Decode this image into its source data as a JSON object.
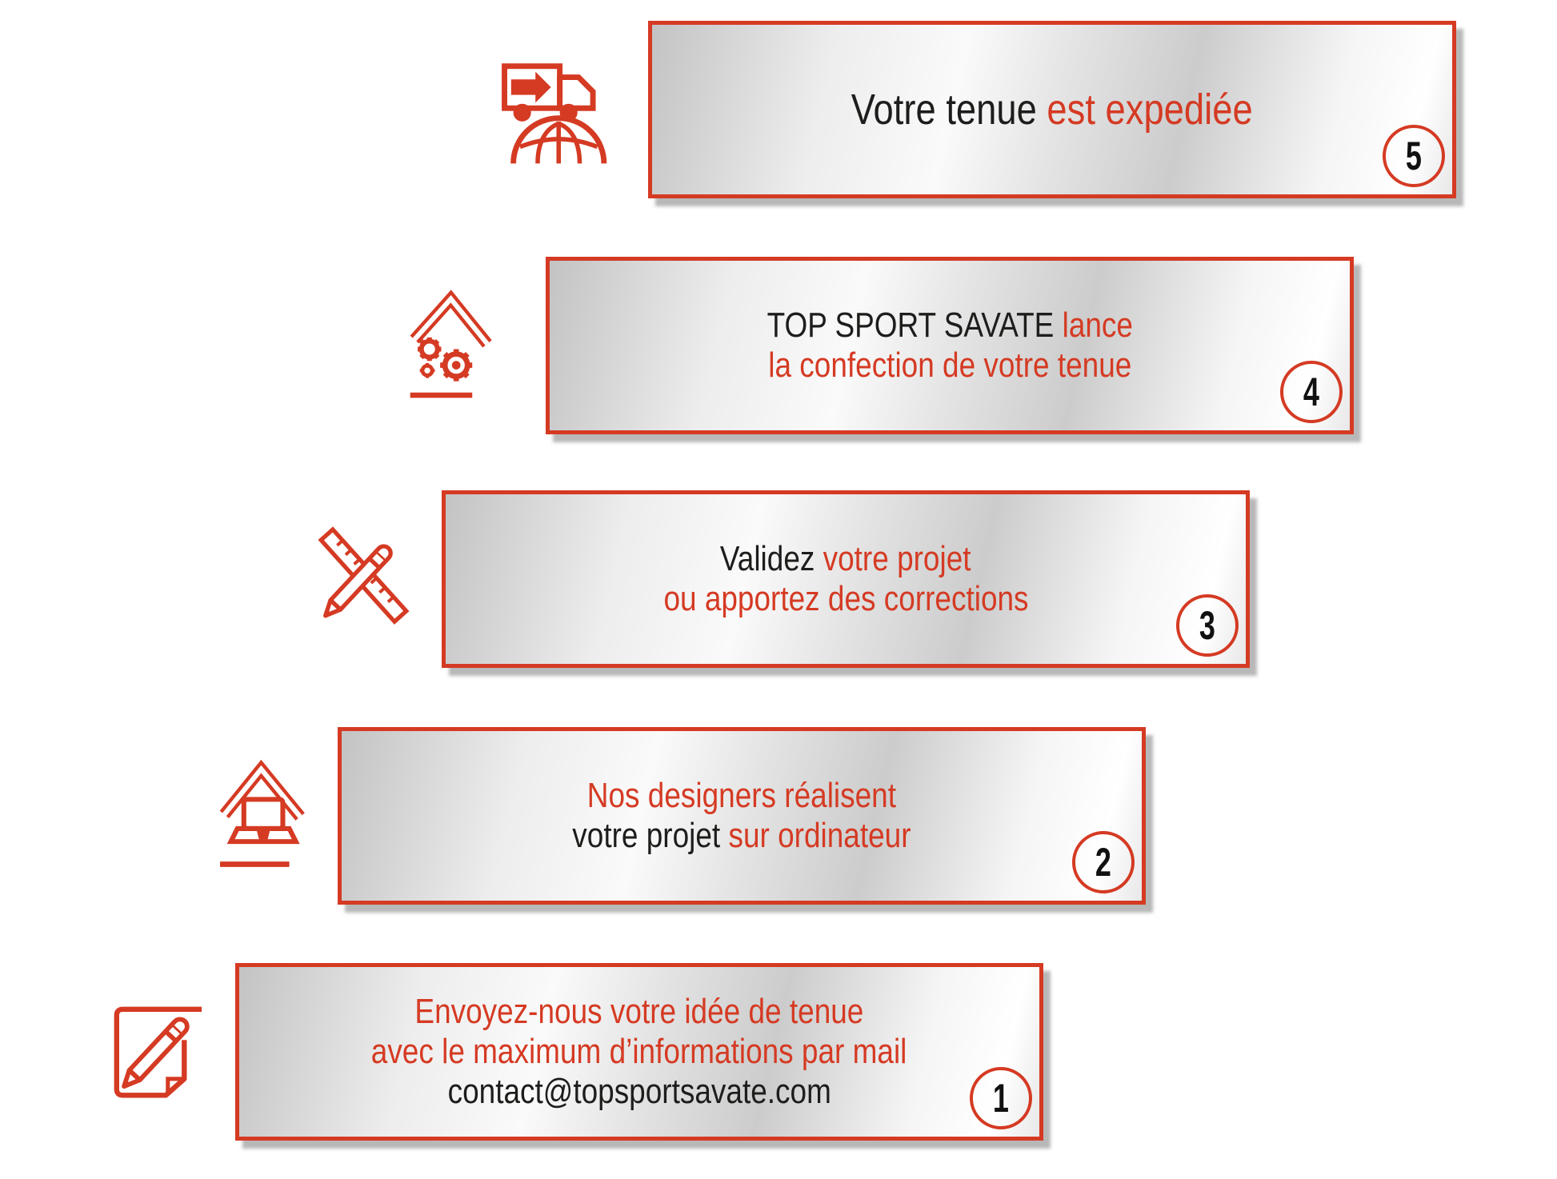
{
  "colors": {
    "accent": "#d53a23",
    "ink": "#1d1d1b",
    "background": "#ffffff"
  },
  "steps": [
    {
      "number": "1",
      "icon": "note-pencil-icon",
      "lines": [
        {
          "segments": [
            {
              "text": "Envoyez-nous votre idée de tenue",
              "color": "red"
            }
          ]
        },
        {
          "segments": [
            {
              "text": "avec le maximum d’informations par mail",
              "color": "red"
            }
          ]
        },
        {
          "segments": [
            {
              "text": "contact@topsportsavate.com",
              "color": "black"
            }
          ]
        }
      ]
    },
    {
      "number": "2",
      "icon": "house-laptop-icon",
      "lines": [
        {
          "segments": [
            {
              "text": "Nos designers réalisent",
              "color": "red"
            }
          ]
        },
        {
          "segments": [
            {
              "text": "votre projet ",
              "color": "black"
            },
            {
              "text": "sur ordinateur",
              "color": "red"
            }
          ]
        }
      ]
    },
    {
      "number": "3",
      "icon": "ruler-pencil-icon",
      "lines": [
        {
          "segments": [
            {
              "text": "Validez ",
              "color": "black"
            },
            {
              "text": "votre projet",
              "color": "red"
            }
          ]
        },
        {
          "segments": [
            {
              "text": "ou apportez des corrections",
              "color": "red"
            }
          ]
        }
      ]
    },
    {
      "number": "4",
      "icon": "workshop-gears-icon",
      "lines": [
        {
          "segments": [
            {
              "text": "TOP SPORT SAVATE ",
              "color": "black"
            },
            {
              "text": "lance",
              "color": "red"
            }
          ]
        },
        {
          "segments": [
            {
              "text": "la confection de votre tenue",
              "color": "red"
            }
          ]
        }
      ]
    },
    {
      "number": "5",
      "icon": "delivery-truck-globe-icon",
      "lines": [
        {
          "segments": [
            {
              "text": "Votre tenue ",
              "color": "black"
            },
            {
              "text": "est expediée",
              "color": "red"
            }
          ]
        }
      ]
    }
  ]
}
